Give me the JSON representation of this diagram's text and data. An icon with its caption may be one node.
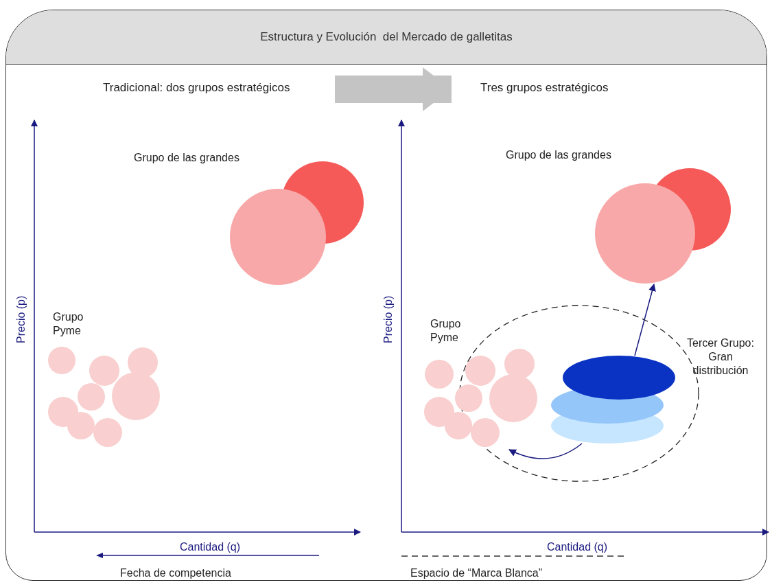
{
  "diagram": {
    "title": "Estructura y Evolución  del Mercado de galletitas",
    "nodes": [
      {
        "text": [
          "Tradicional: dos grupos estratégicos"
        ]
      },
      {
        "text": [
          "Tres grupos estratégicos"
        ]
      },
      {
        "text": [
          "Grupo de las grandes"
        ]
      },
      {
        "text": [
          "Grupo Pyme"
        ]
      },
      {
        "text": [
          "Grupo de las grandes"
        ]
      },
      {
        "text": [
          "Grupo Pyme"
        ]
      },
      {
        "text": [
          "Tercer Grupo: Gran distribución"
        ]
      }
    ],
    "edges": [
      {
        "from": 0,
        "to": 1,
        "arrow": "to",
        "style": "thick",
        "color": "#c4c4c4"
      },
      {
        "from": 6,
        "to": 4,
        "arrow": "to"
      },
      {
        "from": 6,
        "to": 5,
        "arrow": "to"
      }
    ],
    "labels": [
      "Precio (p)",
      "Cantidad (q)",
      "Precio (p)",
      "Cantidad (q)"
    ],
    "legend": [
      {
        "text": "Fecha de competencia"
      },
      {
        "text": "Espacio de “Marca Blanca”"
      }
    ]
  }
}
